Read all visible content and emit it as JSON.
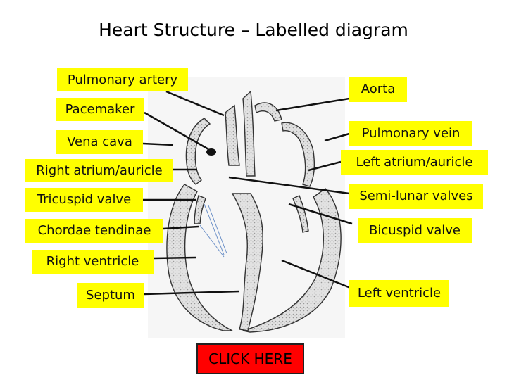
{
  "title": "Heart Structure – Labelled diagram",
  "labels": {
    "pulmonary_artery": "Pulmonary artery",
    "pacemaker": "Pacemaker",
    "vena_cava": "Vena cava",
    "right_atrium": "Right atrium/auricle",
    "tricuspid_valve": "Tricuspid valve",
    "chordae_tendinae": "Chordae tendinae",
    "right_ventricle": "Right ventricle",
    "septum": "Septum",
    "aorta": "Aorta",
    "pulmonary_vein": "Pulmonary vein",
    "left_atrium": "Left atrium/auricle",
    "semi_lunar_valves": "Semi-lunar valves",
    "bicuspid_valve": "Bicuspid valve",
    "left_ventricle": "Left ventricle"
  },
  "cta": {
    "label": "CLICK HERE",
    "color": "#ff0000"
  },
  "colors": {
    "label_bg": "#ffff00",
    "heart_fill": "#dcdcdc",
    "heart_outline": "#333333",
    "chordae": "#6a8fc7"
  }
}
